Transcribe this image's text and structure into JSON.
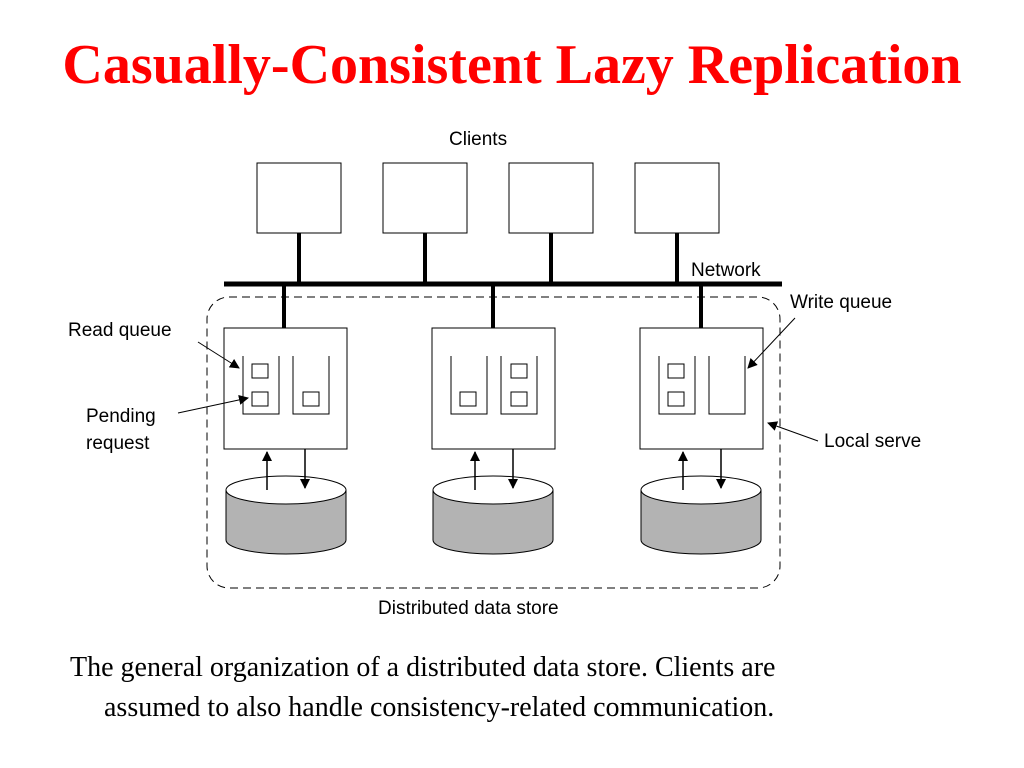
{
  "slide": {
    "title": "Casually-Consistent Lazy Replication",
    "title_color": "#ff0000"
  },
  "diagram": {
    "clients_label": "Clients",
    "network_label": "Network",
    "read_queue_label": "Read queue",
    "write_queue_label": "Write queue",
    "pending_label_line1": "Pending",
    "pending_label_line2": "request",
    "local_server_label": "Local serve",
    "data_store_label": "Distributed data store",
    "disk_color": "#b3b3b3"
  },
  "caption": {
    "line1": "The general organization of a distributed data store.  Clients are",
    "line2": "assumed to also handle consistency-related communication."
  }
}
